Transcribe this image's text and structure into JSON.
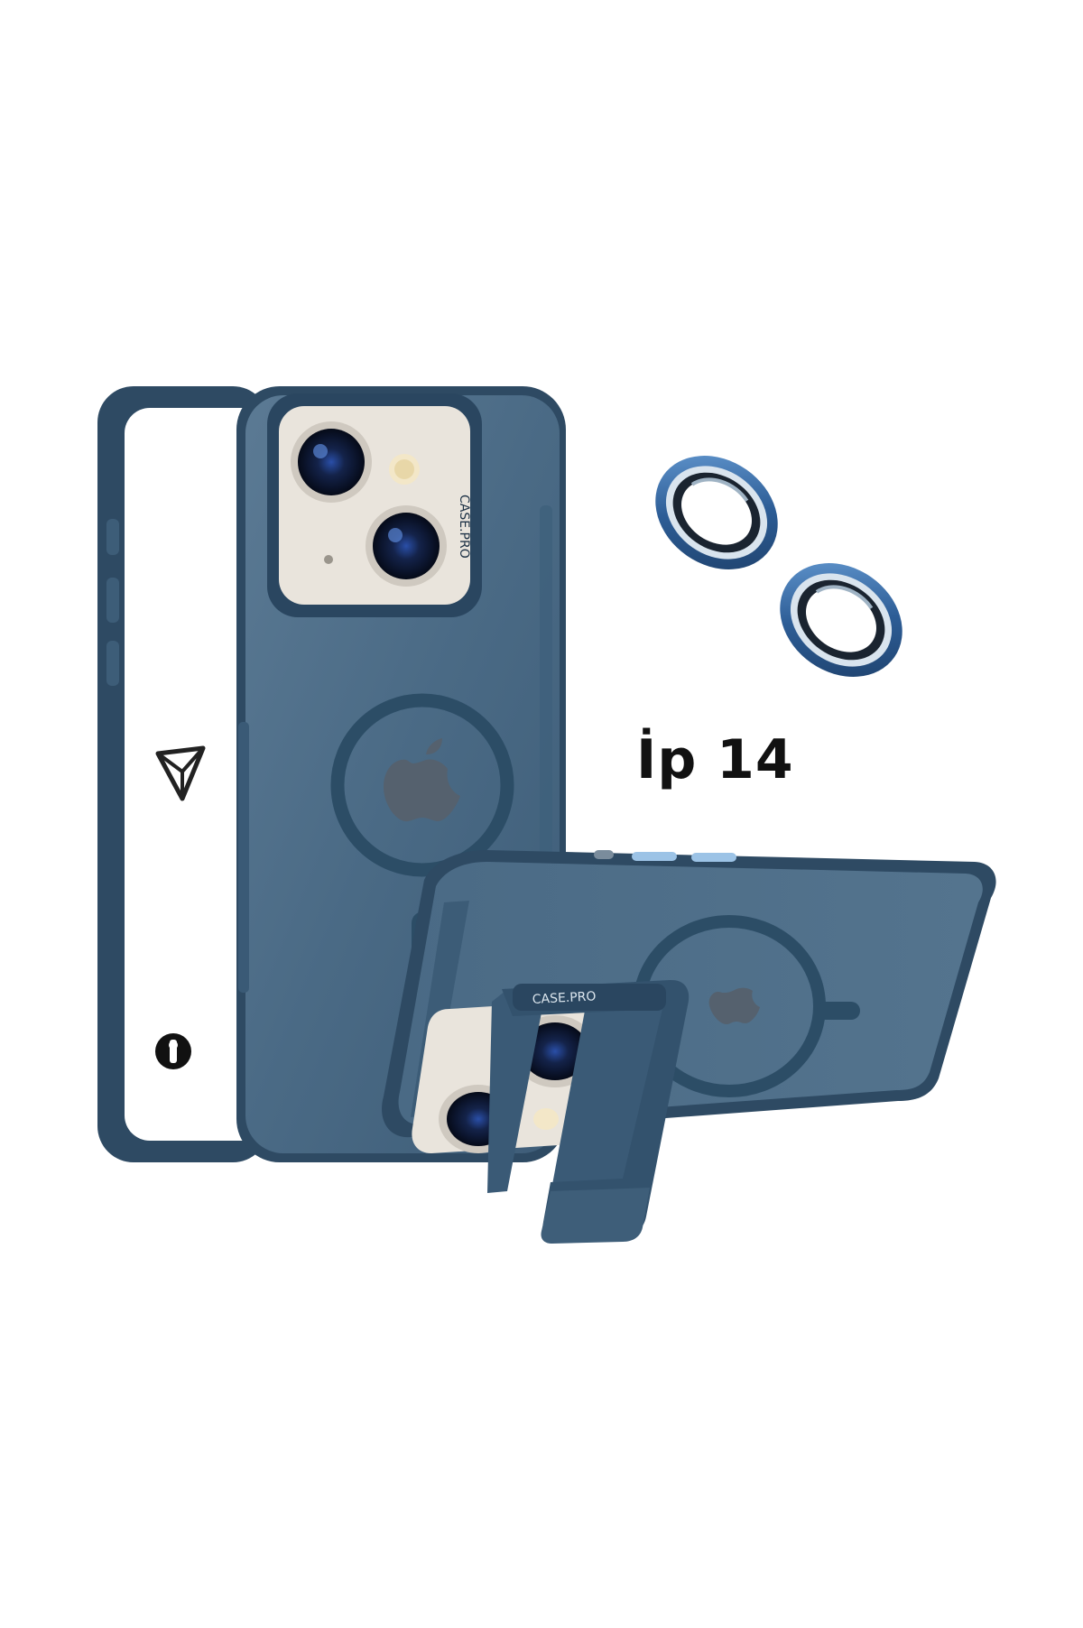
{
  "product": {
    "model_label": "İp 14",
    "brand_text": "CASE.PRO"
  },
  "colors": {
    "case_body": "#4a6a85",
    "case_edge": "#2e4a63",
    "case_dark": "#1f3a52",
    "magsafe_ring": "#2c4d66",
    "camera_plate": "#e9e4dc",
    "lens_ring_blue": "#3b6ea5",
    "background": "#ffffff"
  },
  "icons": [
    "phone-case-back",
    "phone-case-stand",
    "camera-lens-protector",
    "brand-logo-icon",
    "apple-logo-icon"
  ]
}
